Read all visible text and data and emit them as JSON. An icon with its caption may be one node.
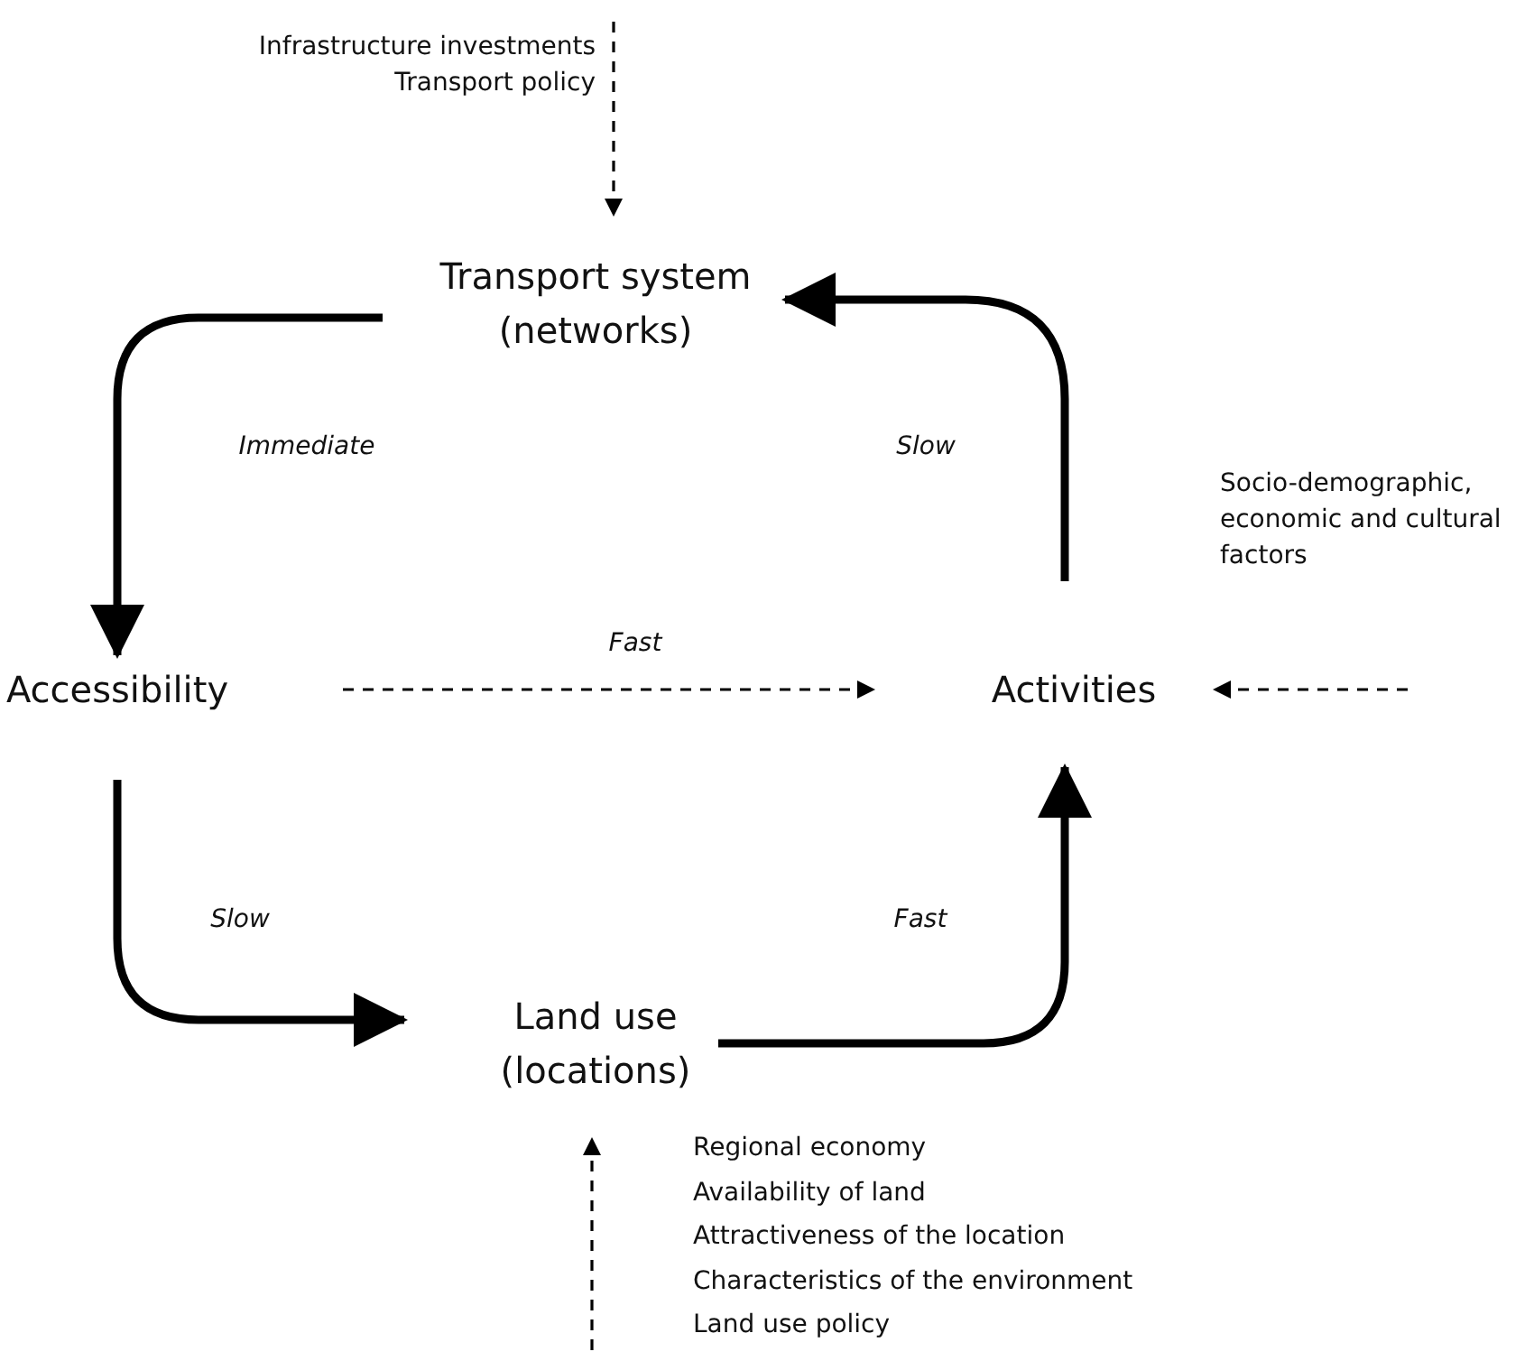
{
  "diagram": {
    "nodes": [
      {
        "text": [
          "Transport system (networks)"
        ]
      },
      {
        "text": [
          "Accessibility"
        ]
      },
      {
        "text": [
          "Activities"
        ]
      },
      {
        "text": [
          "Land use (locations)"
        ]
      },
      {
        "text": [
          "Infrastructure investments",
          "Transport policy"
        ]
      }
    ],
    "edges": [
      {
        "from": 0,
        "to": 1,
        "arrow": "to",
        "label": "Immediate",
        "style": "thick"
      },
      {
        "from": 1,
        "to": 3,
        "arrow": "to",
        "label": "Slow",
        "style": "thick"
      },
      {
        "from": 3,
        "to": 2,
        "arrow": "to",
        "label": "Fast",
        "style": "thick"
      },
      {
        "from": 2,
        "to": 0,
        "arrow": "to",
        "label": "Slow",
        "style": "thick"
      },
      {
        "from": 1,
        "to": 2,
        "arrow": "to",
        "label": "Fast",
        "style": "dashed"
      },
      {
        "from": 4,
        "to": 0,
        "arrow": "to",
        "style": "dashed"
      },
      {
        "from": null,
        "to": 2,
        "arrow": "to",
        "style": "dashed"
      },
      {
        "from": null,
        "to": 3,
        "arrow": "to",
        "style": "dashed"
      }
    ],
    "labels": [
      "Socio-demographic, economic and cultural factors",
      "Regional economy",
      "Availability of land",
      "Attractiveness of the location",
      "Characteristics of the environment",
      "Land use policy"
    ]
  }
}
